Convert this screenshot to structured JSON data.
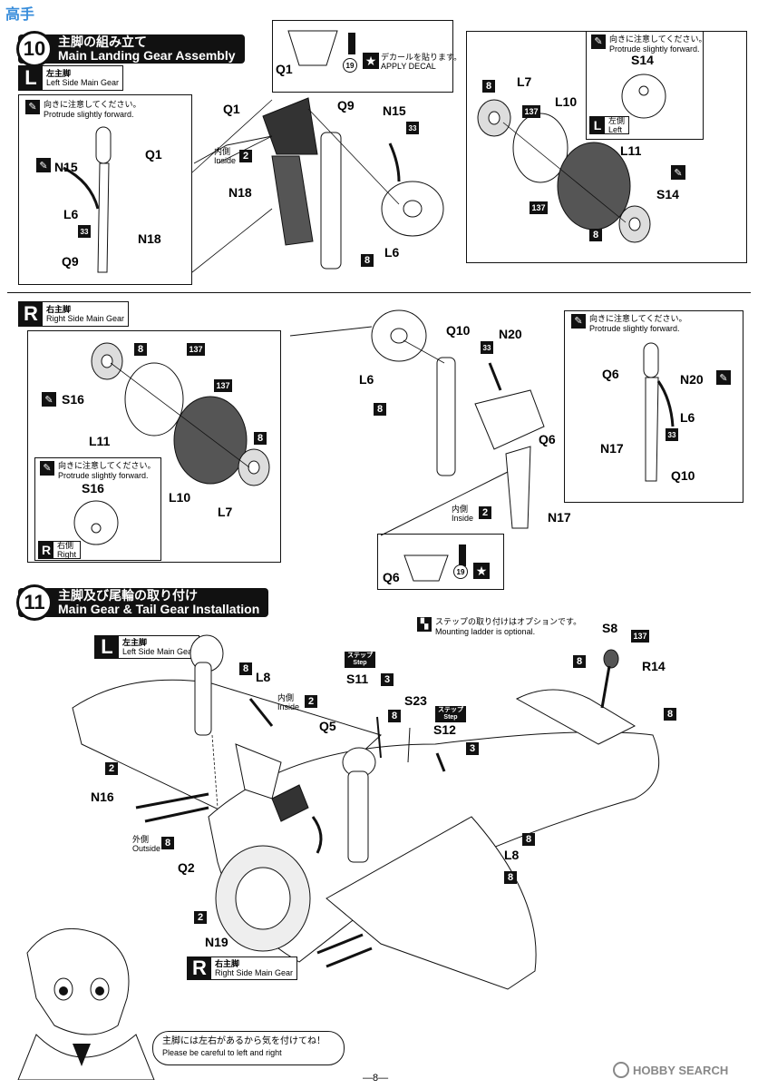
{
  "site": {
    "logo_cn": "高手",
    "logo_site": "HOBBY SEARCH"
  },
  "page_number": "—8—",
  "step10": {
    "num": "10",
    "title_jp": "主脚の組み立て",
    "title_en": "Main Landing Gear Assembly",
    "left_tag": {
      "letter": "L",
      "jp": "左主脚",
      "en": "Left Side Main Gear"
    },
    "right_tag": {
      "letter": "R",
      "jp": "右主脚",
      "en": "Right Side Main Gear"
    },
    "note_jp": "向きに注意してください。",
    "note_en": "Protrude slightly forward.",
    "decal_jp": "デカールを貼ります。",
    "decal_en": "APPLY DECAL",
    "inside_jp": "内側",
    "inside_en": "Inside",
    "small_left": {
      "jp": "左側",
      "en": "Left"
    },
    "small_right": {
      "jp": "右側",
      "en": "Right"
    }
  },
  "step11": {
    "num": "11",
    "title_jp": "主脚及び尾輪の取り付け",
    "title_en": "Main Gear & Tail Gear Installation",
    "left_tag": {
      "letter": "L",
      "jp": "左主脚",
      "en": "Left Side Main Gear"
    },
    "right_tag": {
      "letter": "R",
      "jp": "右主脚",
      "en": "Right Side Main Gear"
    },
    "optional_jp": "ステップの取り付けはオプションです。",
    "optional_en": "Mounting ladder is optional.",
    "step_jp": "ステップ",
    "step_en": "Step",
    "inside_jp": "内側",
    "inside_en": "Inside",
    "outside_jp": "外側",
    "outside_en": "Outside",
    "bubble_jp": "主脚には左右があるから気を付けてね！",
    "bubble_en": "Please be careful to left and right"
  },
  "parts": {
    "Q1": "Q1",
    "Q9": "Q9",
    "N15": "N15",
    "N18": "N18",
    "L6": "L6",
    "L7": "L7",
    "L10": "L10",
    "L11": "L11",
    "S14": "S14",
    "Q10": "Q10",
    "N20": "N20",
    "Q6": "Q6",
    "N17": "N17",
    "S16": "S16",
    "L8": "L8",
    "Q5": "Q5",
    "N16": "N16",
    "Q2": "Q2",
    "N19": "N19",
    "S11": "S11",
    "S23": "S23",
    "S12": "S12",
    "S8": "S8",
    "R14": "R14"
  },
  "codes": {
    "c2": "2",
    "c3": "3",
    "c8": "8",
    "c33": "33",
    "c137": "137",
    "c19": "19"
  }
}
